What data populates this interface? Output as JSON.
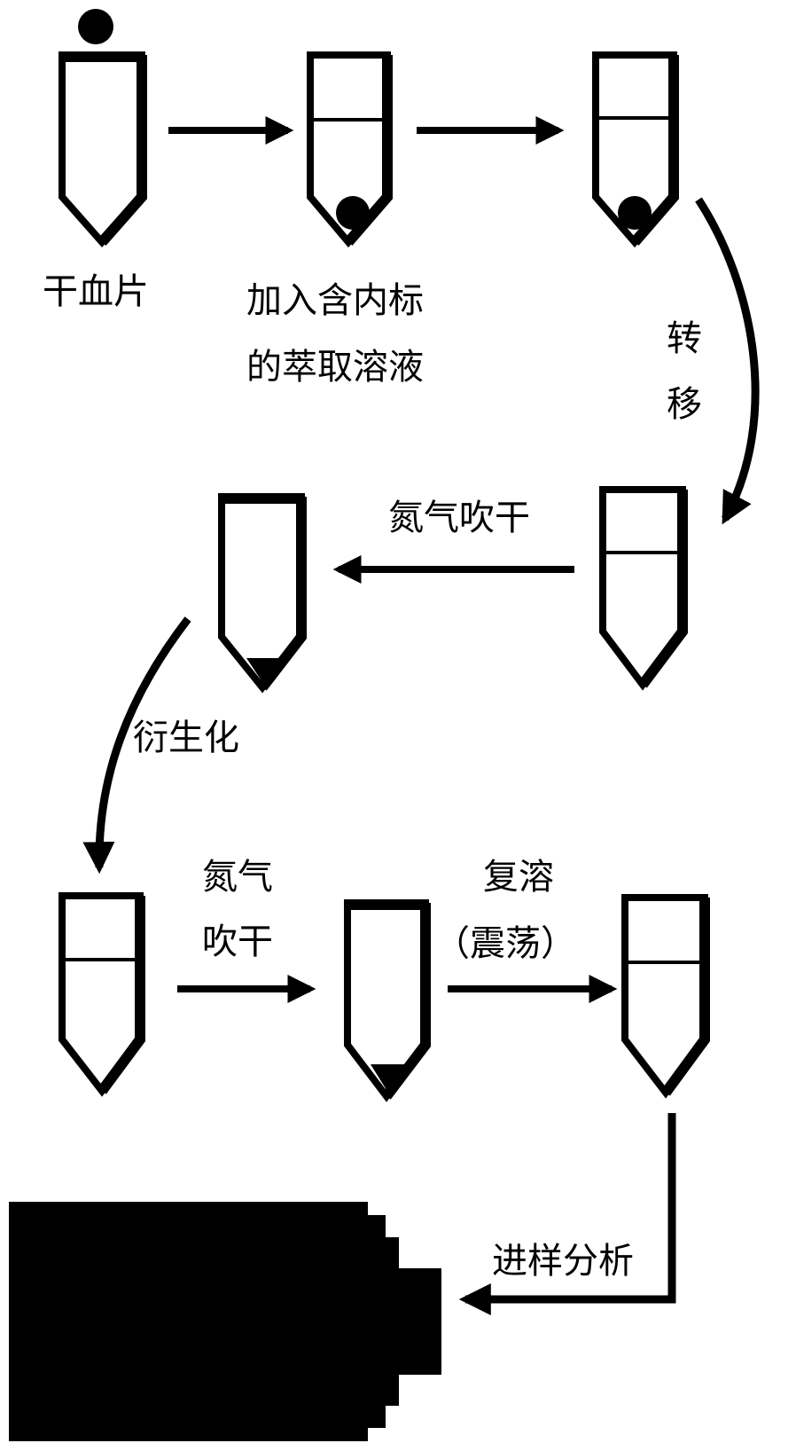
{
  "labels": {
    "dried_blood_spot": "干血片",
    "add_extraction_line1": "加入含内标",
    "add_extraction_line2": "的萃取溶液",
    "transfer_char1": "转",
    "transfer_char2": "移",
    "nitrogen_dry_1": "氮气吹干",
    "derivatization": "衍生化",
    "nitrogen_dry_2_line1": "氮气",
    "nitrogen_dry_2_line2": "吹干",
    "redissolve_line1": "复溶",
    "redissolve_line2": "（震荡）",
    "injection_analysis": "进样分析"
  },
  "colors": {
    "ink": "#000000",
    "background": "#ffffff"
  }
}
